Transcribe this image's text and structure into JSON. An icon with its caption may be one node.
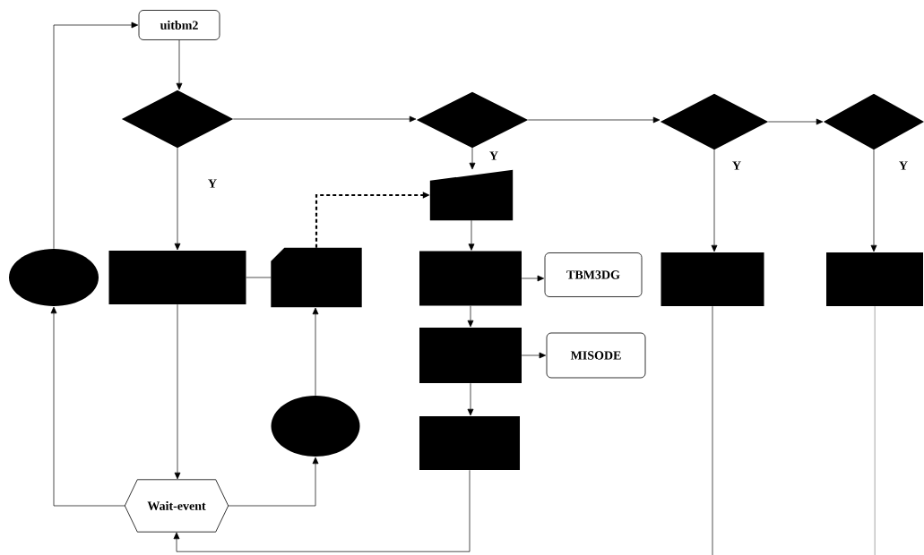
{
  "diagram": {
    "nodes": [
      {
        "text": [
          "uitbm2"
        ]
      },
      {
        "text": [],
        "shape": "diamond"
      },
      {
        "text": [],
        "shape": "diamond"
      },
      {
        "text": [],
        "shape": "diamond"
      },
      {
        "text": [],
        "shape": "diamond"
      },
      {
        "text": [],
        "shape": "trapezoid"
      },
      {
        "text": [],
        "shape": "ellipse"
      },
      {
        "text": [],
        "shape": "box"
      },
      {
        "text": [],
        "shape": "card"
      },
      {
        "text": [],
        "shape": "box"
      },
      {
        "text": [
          "TBM3DG"
        ]
      },
      {
        "text": [],
        "shape": "box"
      },
      {
        "text": [],
        "shape": "box"
      },
      {
        "text": [],
        "shape": "box"
      },
      {
        "text": [
          "MISODE"
        ]
      },
      {
        "text": [],
        "shape": "ellipse"
      },
      {
        "text": [],
        "shape": "box"
      },
      {
        "text": [
          "Wait-event"
        ]
      }
    ],
    "edges": [
      {
        "from": 6,
        "to": 0,
        "arrow": "to"
      },
      {
        "from": 0,
        "to": 1,
        "arrow": "to"
      },
      {
        "from": 1,
        "to": 2,
        "arrow": "to"
      },
      {
        "from": 2,
        "to": 3,
        "arrow": "to"
      },
      {
        "from": 3,
        "to": 4,
        "arrow": "to"
      },
      {
        "from": 1,
        "to": 7,
        "arrow": "to",
        "label": "Y"
      },
      {
        "from": 2,
        "to": 5,
        "arrow": "to",
        "label": "Y"
      },
      {
        "from": 3,
        "to": 11,
        "arrow": "to",
        "label": "Y"
      },
      {
        "from": 4,
        "to": 12,
        "arrow": "to",
        "label": "Y"
      },
      {
        "from": 8,
        "to": 5,
        "arrow": "to",
        "style": "dashed"
      },
      {
        "from": 7,
        "to": 8,
        "arrow": "none"
      },
      {
        "from": 5,
        "to": 9,
        "arrow": "to"
      },
      {
        "from": 9,
        "to": 10,
        "arrow": "to"
      },
      {
        "from": 9,
        "to": 13,
        "arrow": "to"
      },
      {
        "from": 13,
        "to": 14,
        "arrow": "to"
      },
      {
        "from": 13,
        "to": 16,
        "arrow": "to"
      },
      {
        "from": 7,
        "to": 17,
        "arrow": "to"
      },
      {
        "from": 17,
        "to": 6,
        "arrow": "to"
      },
      {
        "from": 17,
        "to": 15,
        "arrow": "to"
      },
      {
        "from": 15,
        "to": 8,
        "arrow": "to"
      },
      {
        "from": 16,
        "to": 17,
        "arrow": "to"
      },
      {
        "from": 11,
        "to": null,
        "arrow": "none"
      },
      {
        "from": 12,
        "to": null,
        "arrow": "none"
      }
    ]
  }
}
